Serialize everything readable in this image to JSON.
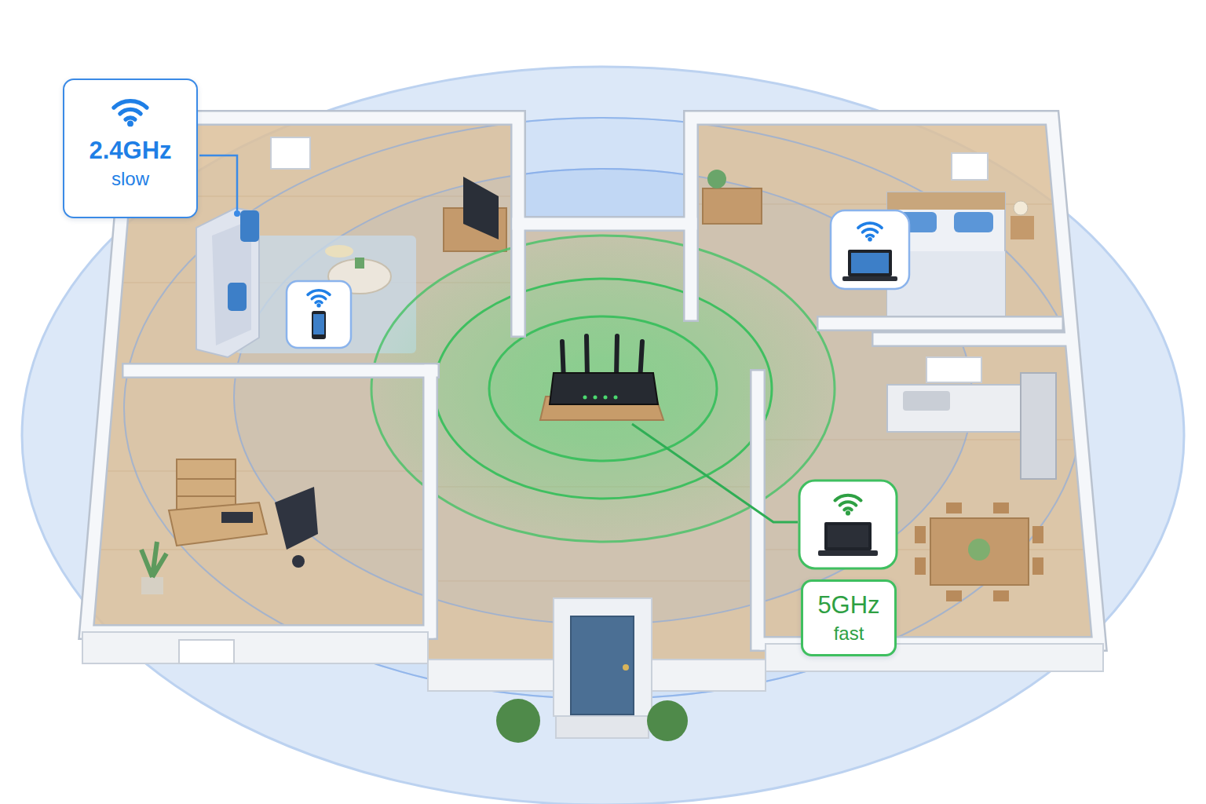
{
  "diagram": {
    "nodes": [
      {
        "text": [
          "2.4GHz",
          "slow"
        ]
      },
      {
        "text": [
          "5GHz",
          "fast"
        ]
      }
    ]
  }
}
